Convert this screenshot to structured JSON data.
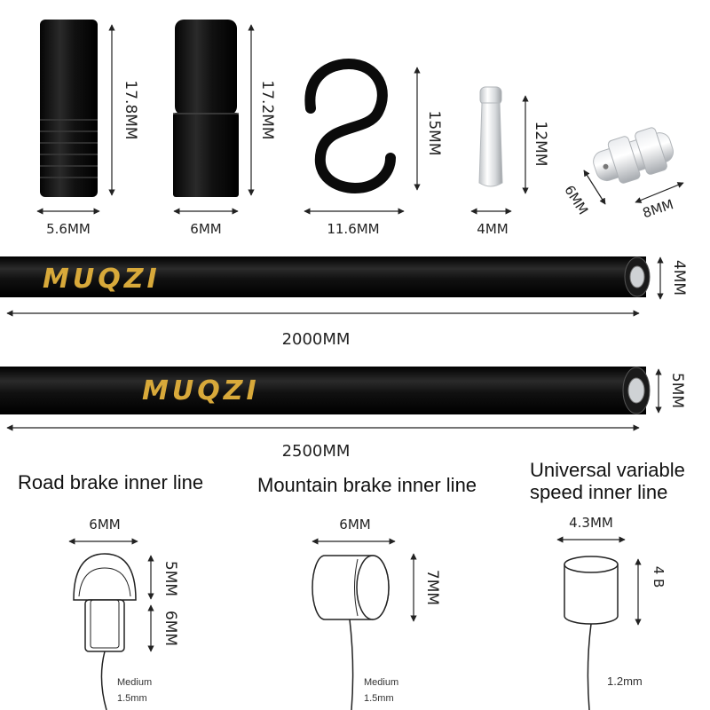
{
  "parts": {
    "cap_a": {
      "width": "5.6MM",
      "height": "17.8MM"
    },
    "cap_b": {
      "width": "6MM",
      "height": "17.2MM"
    },
    "s_hook": {
      "width": "11.6MM",
      "height": "15MM"
    },
    "tip": {
      "width": "4MM",
      "height": "12MM"
    },
    "ferrule": {
      "width": "8MM",
      "depth": "6MM"
    }
  },
  "housings": [
    {
      "brand": "MUQZI",
      "length": "2000MM",
      "diameter": "4MM"
    },
    {
      "brand": "MUQZI",
      "length": "2500MM",
      "diameter": "5MM"
    }
  ],
  "inner_lines": [
    {
      "title": "Road brake inner line",
      "head_width": "6MM",
      "head_height": "5MM",
      "neck_height": "6MM",
      "note1": "Medium",
      "note2": "1.5mm"
    },
    {
      "title": "Mountain brake inner line",
      "head_width": "6MM",
      "head_height": "7MM",
      "note1": "Medium",
      "note2": "1.5mm"
    },
    {
      "title_line1": "Universal variable",
      "title_line2": "speed inner line",
      "head_width": "4.3MM",
      "head_height": "4 B",
      "note": "1.2mm"
    }
  ],
  "colors": {
    "part": "#0d0d0d",
    "brand_gold": "#d8a93a",
    "line": "#222222"
  }
}
